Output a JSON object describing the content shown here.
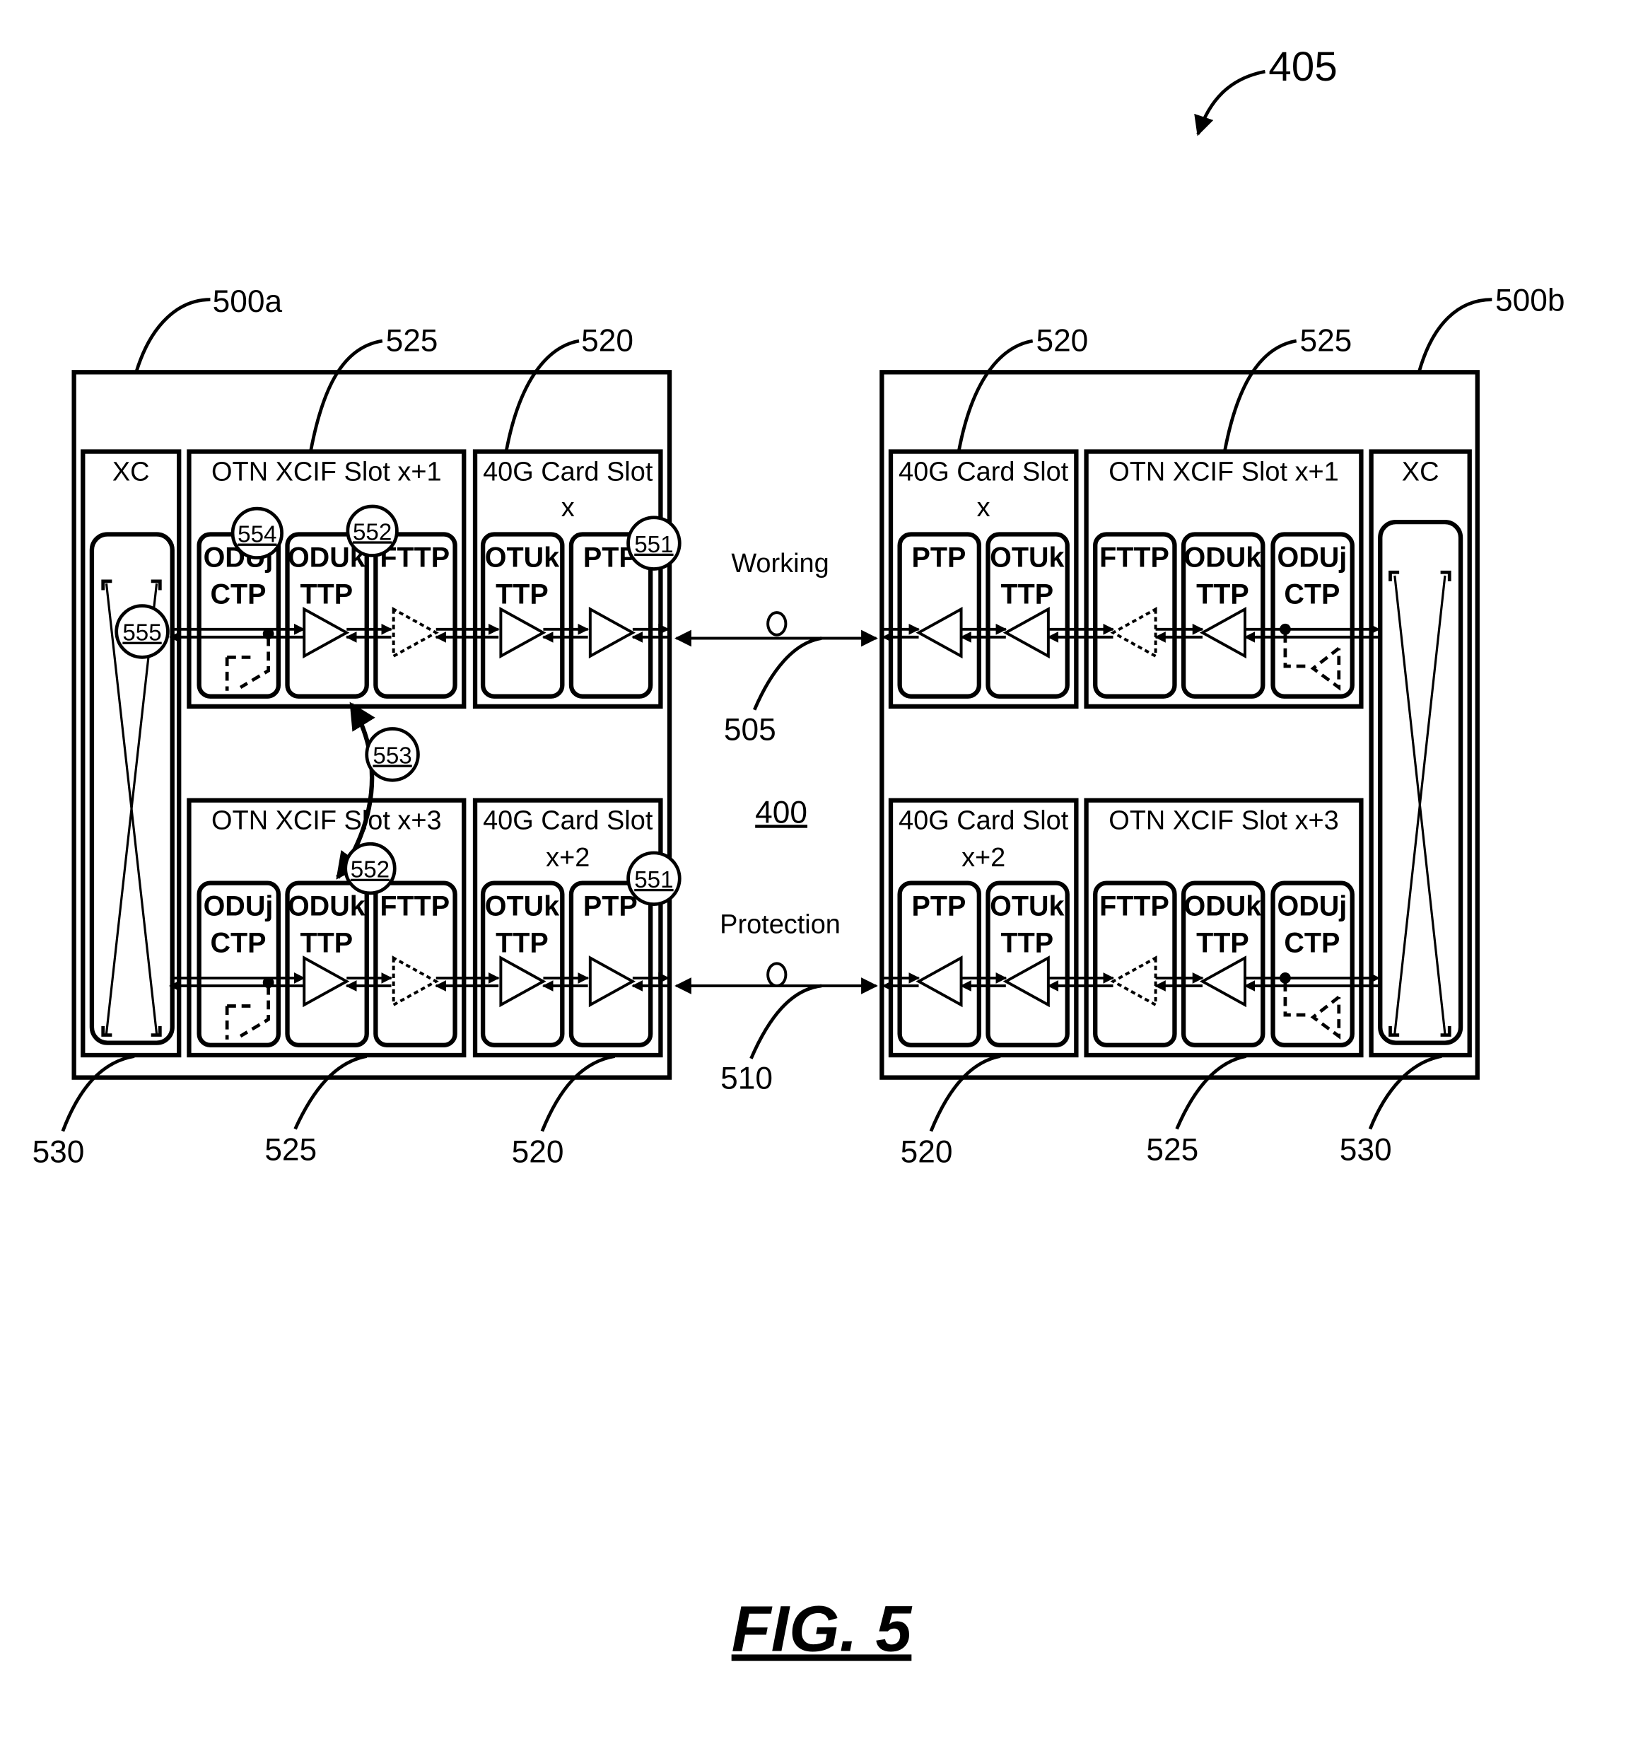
{
  "figure": {
    "caption": "FIG. 5",
    "ref_overall": "405",
    "ref_network": "400"
  },
  "links": {
    "working": {
      "label": "Working",
      "ref": "505"
    },
    "protection": {
      "label": "Protection",
      "ref": "510"
    }
  },
  "nodes": {
    "a": {
      "ref": "500a",
      "xc": {
        "label": "XC",
        "ref": "530"
      },
      "top": {
        "xcif": {
          "title": "OTN XCIF Slot x+1",
          "ref": "525"
        },
        "card": {
          "title_line1": "40G Card Slot",
          "title_line2": "x",
          "ref": "520"
        },
        "modules": [
          {
            "line1": "ODUj",
            "line2": "CTP"
          },
          {
            "line1": "ODUk",
            "line2": "TTP"
          },
          {
            "line1": "FTTP",
            "line2": ""
          },
          {
            "line1": "OTUk",
            "line2": "TTP"
          },
          {
            "line1": "PTP",
            "line2": ""
          }
        ]
      },
      "bottom": {
        "xcif": {
          "title": "OTN XCIF Slot x+3",
          "ref": "525"
        },
        "card": {
          "title_line1": "40G Card Slot",
          "title_line2": "x+2",
          "ref": "520"
        },
        "modules": [
          {
            "line1": "ODUj",
            "line2": "CTP"
          },
          {
            "line1": "ODUk",
            "line2": "TTP"
          },
          {
            "line1": "FTTP",
            "line2": ""
          },
          {
            "line1": "OTUk",
            "line2": "TTP"
          },
          {
            "line1": "PTP",
            "line2": ""
          }
        ]
      },
      "callouts": [
        "554",
        "552",
        "551",
        "555",
        "553",
        "552",
        "551"
      ]
    },
    "b": {
      "ref": "500b",
      "xc": {
        "label": "XC",
        "ref": "530"
      },
      "top": {
        "card": {
          "title_line1": "40G Card Slot",
          "title_line2": "x",
          "ref": "520"
        },
        "xcif": {
          "title": "OTN XCIF Slot x+1",
          "ref": "525"
        },
        "modules": [
          {
            "line1": "PTP",
            "line2": ""
          },
          {
            "line1": "OTUk",
            "line2": "TTP"
          },
          {
            "line1": "FTTP",
            "line2": ""
          },
          {
            "line1": "ODUk",
            "line2": "TTP"
          },
          {
            "line1": "ODUj",
            "line2": "CTP"
          }
        ]
      },
      "bottom": {
        "card": {
          "title_line1": "40G Card Slot",
          "title_line2": "x+2",
          "ref": "520"
        },
        "xcif": {
          "title": "OTN XCIF Slot x+3",
          "ref": "525"
        },
        "modules": [
          {
            "line1": "PTP",
            "line2": ""
          },
          {
            "line1": "OTUk",
            "line2": "TTP"
          },
          {
            "line1": "FTTP",
            "line2": ""
          },
          {
            "line1": "ODUk",
            "line2": "TTP"
          },
          {
            "line1": "ODUj",
            "line2": "CTP"
          }
        ]
      }
    }
  }
}
